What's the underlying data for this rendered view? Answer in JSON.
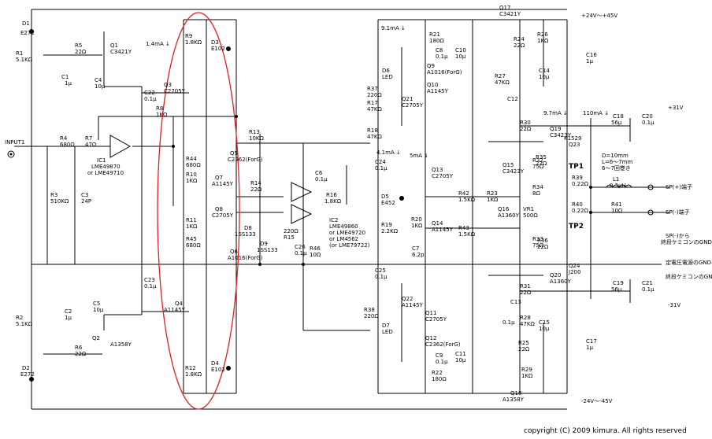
{
  "labels": [
    {
      "id": "d1",
      "t": "D1"
    },
    {
      "id": "d1v",
      "t": "E272"
    },
    {
      "id": "r1",
      "t": "R1"
    },
    {
      "id": "r1v",
      "t": "5.1KΩ"
    },
    {
      "id": "r5",
      "t": "R5"
    },
    {
      "id": "r5v",
      "t": "22Ω"
    },
    {
      "id": "q1",
      "t": "Q1"
    },
    {
      "id": "q1v",
      "t": "C3421Y"
    },
    {
      "id": "c1",
      "t": "C1"
    },
    {
      "id": "c1v",
      "t": "1μ"
    },
    {
      "id": "c4",
      "t": "C4"
    },
    {
      "id": "c4v",
      "t": "10μ"
    },
    {
      "id": "c22",
      "t": "C22"
    },
    {
      "id": "c22v",
      "t": "0.1μ"
    },
    {
      "id": "r4",
      "t": "R4"
    },
    {
      "id": "r4v",
      "t": "680Ω"
    },
    {
      "id": "r7",
      "t": "R7"
    },
    {
      "id": "r7v",
      "t": "47Ω"
    },
    {
      "id": "input",
      "t": "INPUT1"
    },
    {
      "id": "ic1",
      "t": "IC1"
    },
    {
      "id": "ic1v",
      "t": "LME49870"
    },
    {
      "id": "ic1v2",
      "t": "or LME49710"
    },
    {
      "id": "r3",
      "t": "R3"
    },
    {
      "id": "r3v",
      "t": "510KΩ"
    },
    {
      "id": "c3",
      "t": "C3"
    },
    {
      "id": "c3v",
      "t": "24P"
    },
    {
      "id": "r2",
      "t": "R2"
    },
    {
      "id": "r2v",
      "t": "5.1KΩ"
    },
    {
      "id": "c2",
      "t": "C2"
    },
    {
      "id": "c2v",
      "t": "1μ"
    },
    {
      "id": "c5",
      "t": "C5"
    },
    {
      "id": "c5v",
      "t": "10μ"
    },
    {
      "id": "r6",
      "t": "R6"
    },
    {
      "id": "r6v",
      "t": "22Ω"
    },
    {
      "id": "q2",
      "t": "Q2"
    },
    {
      "id": "q2v",
      "t": "A1358Y"
    },
    {
      "id": "d2",
      "t": "D2"
    },
    {
      "id": "d2v",
      "t": "E272"
    },
    {
      "id": "c23",
      "t": "C23"
    },
    {
      "id": "c23v",
      "t": "0.1μ"
    },
    {
      "id": "r9",
      "t": "R9"
    },
    {
      "id": "r9v",
      "t": "1.8KΩ"
    },
    {
      "id": "d3",
      "t": "D3"
    },
    {
      "id": "d3v",
      "t": "E102"
    },
    {
      "id": "i14",
      "t": "1.4mA ↓"
    },
    {
      "id": "q3",
      "t": "Q3"
    },
    {
      "id": "q3v",
      "t": "C2705Y"
    },
    {
      "id": "r8",
      "t": "R8"
    },
    {
      "id": "r8v",
      "t": "1KΩ"
    },
    {
      "id": "q5",
      "t": "Q5"
    },
    {
      "id": "q5v",
      "t": "C2362(ForG)"
    },
    {
      "id": "r44",
      "t": "R44"
    },
    {
      "id": "r44v",
      "t": "680Ω"
    },
    {
      "id": "r10",
      "t": "R10"
    },
    {
      "id": "r10v",
      "t": "1KΩ"
    },
    {
      "id": "q7",
      "t": "Q7"
    },
    {
      "id": "q7v",
      "t": "A1145Y"
    },
    {
      "id": "q8",
      "t": "Q8"
    },
    {
      "id": "q8v",
      "t": "C2705Y"
    },
    {
      "id": "r11",
      "t": "R11"
    },
    {
      "id": "r11v",
      "t": "1KΩ"
    },
    {
      "id": "r45",
      "t": "R45"
    },
    {
      "id": "r45v",
      "t": "680Ω"
    },
    {
      "id": "q6",
      "t": "Q6"
    },
    {
      "id": "q6v",
      "t": "A1016(ForG)"
    },
    {
      "id": "q4",
      "t": "Q4"
    },
    {
      "id": "q4v",
      "t": "A1145Y"
    },
    {
      "id": "r12",
      "t": "R12"
    },
    {
      "id": "r12v",
      "t": "1.8KΩ"
    },
    {
      "id": "d4",
      "t": "D4"
    },
    {
      "id": "d4v",
      "t": "E102"
    },
    {
      "id": "r13",
      "t": "R13"
    },
    {
      "id": "r13v",
      "t": "10KΩ"
    },
    {
      "id": "r14",
      "t": "R14"
    },
    {
      "id": "r14v",
      "t": "22Ω"
    },
    {
      "id": "d8",
      "t": "D8"
    },
    {
      "id": "d8v",
      "t": "1SS133"
    },
    {
      "id": "d9",
      "t": "D9"
    },
    {
      "id": "d9v",
      "t": "1SS133"
    },
    {
      "id": "r15v",
      "t": "220Ω"
    },
    {
      "id": "r15",
      "t": "R15"
    },
    {
      "id": "c6",
      "t": "C6"
    },
    {
      "id": "c6v",
      "t": "0.1μ"
    },
    {
      "id": "r16",
      "t": "R16"
    },
    {
      "id": "r16v",
      "t": "1.8KΩ"
    },
    {
      "id": "ic2",
      "t": "IC2"
    },
    {
      "id": "ic2v",
      "t": "LME49860"
    },
    {
      "id": "ic2v2",
      "t": "or LME49720"
    },
    {
      "id": "ic2v3",
      "t": "or LM4562"
    },
    {
      "id": "ic2v4",
      "t": "(or LME79722)"
    },
    {
      "id": "r46",
      "t": "R46"
    },
    {
      "id": "r46v",
      "t": "10Ω"
    },
    {
      "id": "c26",
      "t": "C26"
    },
    {
      "id": "c26v",
      "t": "0.1μ"
    },
    {
      "id": "c24",
      "t": "C24"
    },
    {
      "id": "c24v",
      "t": "0.1μ"
    },
    {
      "id": "c25",
      "t": "C25"
    },
    {
      "id": "c25v",
      "t": "0.1μ"
    },
    {
      "id": "i41",
      "t": "4.1mA ↓"
    },
    {
      "id": "i91",
      "t": "9.1mA ↓"
    },
    {
      "id": "r21",
      "t": "R21"
    },
    {
      "id": "r21v",
      "t": "180Ω"
    },
    {
      "id": "c8",
      "t": "C8"
    },
    {
      "id": "c8v",
      "t": "0.1μ"
    },
    {
      "id": "c10",
      "t": "C10"
    },
    {
      "id": "c10v",
      "t": "10μ"
    },
    {
      "id": "d6",
      "t": "D6"
    },
    {
      "id": "d6v",
      "t": "LED"
    },
    {
      "id": "q9",
      "t": "Q9"
    },
    {
      "id": "q9v",
      "t": "A1016(ForG)"
    },
    {
      "id": "q10",
      "t": "Q10"
    },
    {
      "id": "q10v",
      "t": "A1145Y"
    },
    {
      "id": "r37",
      "t": "R37"
    },
    {
      "id": "r37v",
      "t": "220Ω"
    },
    {
      "id": "r17",
      "t": "R17"
    },
    {
      "id": "r17v",
      "t": "47KΩ"
    },
    {
      "id": "q21",
      "t": "Q21"
    },
    {
      "id": "q21v",
      "t": "C2705Y"
    },
    {
      "id": "r18",
      "t": "R18"
    },
    {
      "id": "r18v",
      "t": "47KΩ"
    },
    {
      "id": "q13",
      "t": "Q13"
    },
    {
      "id": "q13v",
      "t": "C2705Y"
    },
    {
      "id": "i5",
      "t": "5mA ↓"
    },
    {
      "id": "d5",
      "t": "D5"
    },
    {
      "id": "d5v",
      "t": "E452"
    },
    {
      "id": "r19",
      "t": "R19"
    },
    {
      "id": "r19v",
      "t": "2.2KΩ"
    },
    {
      "id": "r20",
      "t": "R20"
    },
    {
      "id": "r20v",
      "t": "1KΩ"
    },
    {
      "id": "c7",
      "t": "C7"
    },
    {
      "id": "c7v",
      "t": "6.2p"
    },
    {
      "id": "q14",
      "t": "Q14"
    },
    {
      "id": "q14v",
      "t": "A1145Y"
    },
    {
      "id": "r42",
      "t": "R42"
    },
    {
      "id": "r42v",
      "t": "1.5KΩ"
    },
    {
      "id": "r43",
      "t": "R43"
    },
    {
      "id": "r43v",
      "t": "1.5KΩ"
    },
    {
      "id": "r23",
      "t": "R23"
    },
    {
      "id": "r23v",
      "t": "1KΩ"
    },
    {
      "id": "q15",
      "t": "Q15"
    },
    {
      "id": "q15v",
      "t": "C3423Y"
    },
    {
      "id": "q16",
      "t": "Q16"
    },
    {
      "id": "q16v",
      "t": "A1360Y"
    },
    {
      "id": "r32",
      "t": "R32"
    },
    {
      "id": "r32v",
      "t": "75Ω"
    },
    {
      "id": "r34",
      "t": "R34"
    },
    {
      "id": "r34v",
      "t": "8Ω"
    },
    {
      "id": "vr1",
      "t": "VR1"
    },
    {
      "id": "vr1v",
      "t": "500Ω"
    },
    {
      "id": "r33",
      "t": "R33"
    },
    {
      "id": "r33v",
      "t": "75Ω"
    },
    {
      "id": "q22",
      "t": "Q22"
    },
    {
      "id": "q22v",
      "t": "A1145Y"
    },
    {
      "id": "r38",
      "t": "R38"
    },
    {
      "id": "r38v",
      "t": "220Ω"
    },
    {
      "id": "d7",
      "t": "D7"
    },
    {
      "id": "d7v",
      "t": "LED"
    },
    {
      "id": "q11",
      "t": "Q11"
    },
    {
      "id": "q11v",
      "t": "C2705Y"
    },
    {
      "id": "q12",
      "t": "Q12"
    },
    {
      "id": "q12v",
      "t": "C2362(ForG)"
    },
    {
      "id": "c9",
      "t": "C9"
    },
    {
      "id": "c9v",
      "t": "0.1μ"
    },
    {
      "id": "c11",
      "t": "C11"
    },
    {
      "id": "c11v",
      "t": "10μ"
    },
    {
      "id": "r22",
      "t": "R22"
    },
    {
      "id": "r22v",
      "t": "180Ω"
    },
    {
      "id": "q17",
      "t": "Q17"
    },
    {
      "id": "q17v",
      "t": "C3421Y"
    },
    {
      "id": "vp",
      "t": "+24V～+45V"
    },
    {
      "id": "r24",
      "t": "R24"
    },
    {
      "id": "r24v",
      "t": "22Ω"
    },
    {
      "id": "r26",
      "t": "R26"
    },
    {
      "id": "r26v",
      "t": "1KΩ"
    },
    {
      "id": "c16",
      "t": "C16"
    },
    {
      "id": "c16v",
      "t": "1μ"
    },
    {
      "id": "r27",
      "t": "R27"
    },
    {
      "id": "r27v",
      "t": "47KΩ"
    },
    {
      "id": "c14",
      "t": "C14"
    },
    {
      "id": "c14v",
      "t": "10μ"
    },
    {
      "id": "c12",
      "t": "C12"
    },
    {
      "id": "i97",
      "t": "9.7mA ↓"
    },
    {
      "id": "i110",
      "t": "110mA ↓"
    },
    {
      "id": "c18",
      "t": "C18"
    },
    {
      "id": "c18v",
      "t": "56μ"
    },
    {
      "id": "c20",
      "t": "C20"
    },
    {
      "id": "c20v",
      "t": "0.1μ"
    },
    {
      "id": "p31",
      "t": "+31V"
    },
    {
      "id": "r30",
      "t": "R30"
    },
    {
      "id": "r30v",
      "t": "22Ω"
    },
    {
      "id": "q19",
      "t": "Q19"
    },
    {
      "id": "q19v",
      "t": "C3423Y"
    },
    {
      "id": "k1529",
      "t": "K1529"
    },
    {
      "id": "q23",
      "t": "Q23"
    },
    {
      "id": "r35",
      "t": "R35"
    },
    {
      "id": "r35v",
      "t": "22Ω"
    },
    {
      "id": "tp1",
      "t": "TP1"
    },
    {
      "id": "r39",
      "t": "R39"
    },
    {
      "id": "r39v",
      "t": "0.22Ω"
    },
    {
      "id": "d10",
      "t": "D=10mm"
    },
    {
      "id": "lcoil",
      "t": "L=6～7mm"
    },
    {
      "id": "turns",
      "t": "6～7回巻き"
    },
    {
      "id": "l1",
      "t": "L1"
    },
    {
      "id": "l1v",
      "t": "0.3μH"
    },
    {
      "id": "r41",
      "t": "R41"
    },
    {
      "id": "r41v",
      "t": "10Ω"
    },
    {
      "id": "r40",
      "t": "R40"
    },
    {
      "id": "r40v",
      "t": "0.22Ω"
    },
    {
      "id": "tp2",
      "t": "TP2"
    },
    {
      "id": "spp",
      "t": "SP(+)端子"
    },
    {
      "id": "spm",
      "t": "SP(-)端子"
    },
    {
      "id": "spf",
      "t": "SP(-)から"
    },
    {
      "id": "spg",
      "t": "終段ケミコンのGNDへ"
    },
    {
      "id": "r36",
      "t": "R36"
    },
    {
      "id": "r36v",
      "t": "22Ω"
    },
    {
      "id": "q24",
      "t": "Q24"
    },
    {
      "id": "q24v",
      "t": "J200"
    },
    {
      "id": "gnd1",
      "t": "定電圧電源のGNDへ"
    },
    {
      "id": "gnd2",
      "t": "終段ケミコンのGNDへ"
    },
    {
      "id": "r31",
      "t": "R31"
    },
    {
      "id": "r31v",
      "t": "22Ω"
    },
    {
      "id": "q20",
      "t": "Q20"
    },
    {
      "id": "q20v",
      "t": "A1360Y"
    },
    {
      "id": "c19",
      "t": "C19"
    },
    {
      "id": "c19v",
      "t": "56μ"
    },
    {
      "id": "c21",
      "t": "C21"
    },
    {
      "id": "c21v",
      "t": "0.1μ"
    },
    {
      "id": "m31",
      "t": "-31V"
    },
    {
      "id": "c13",
      "t": "C13"
    },
    {
      "id": "c13v",
      "t": "0.1μ"
    },
    {
      "id": "r28",
      "t": "R28"
    },
    {
      "id": "r28v",
      "t": "47KΩ"
    },
    {
      "id": "c15",
      "t": "C15"
    },
    {
      "id": "c15v",
      "t": "10μ"
    },
    {
      "id": "c17",
      "t": "C17"
    },
    {
      "id": "c17v",
      "t": "1μ"
    },
    {
      "id": "r25",
      "t": "R25"
    },
    {
      "id": "r25v",
      "t": "22Ω"
    },
    {
      "id": "r29",
      "t": "R29"
    },
    {
      "id": "r29v",
      "t": "1KΩ"
    },
    {
      "id": "q18",
      "t": "Q18"
    },
    {
      "id": "q18v",
      "t": "A1358Y"
    },
    {
      "id": "vm",
      "t": "-24V～-45V"
    }
  ],
  "copyright": "copyright (C) 2009 kimura. All rights reserved",
  "colors": {
    "wire": "#000000",
    "highlight": "#e02020"
  }
}
